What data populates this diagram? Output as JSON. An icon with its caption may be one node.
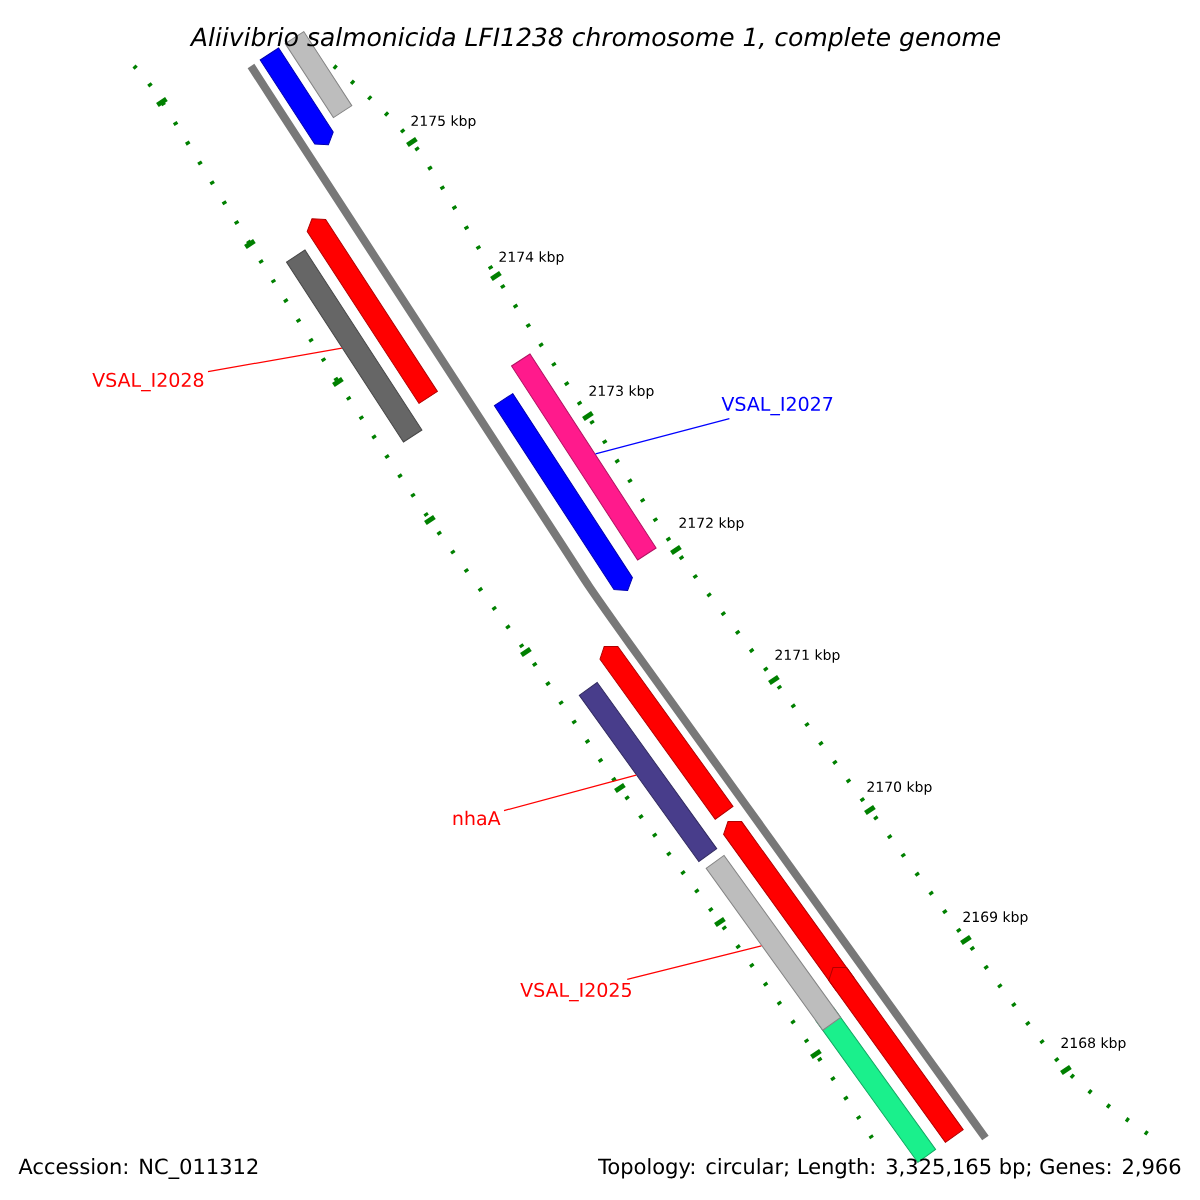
{
  "diagram": {
    "title": "Aliivibrio salmonicida LFI1238 chromosome 1, complete genome",
    "nodes": [
      {
        "text": [
          "VSAL_I2028"
        ]
      },
      {
        "text": [
          "VSAL_I2027"
        ]
      },
      {
        "text": [
          "nhaA"
        ]
      },
      {
        "text": [
          "VSAL_I2025"
        ]
      },
      {
        "text": [],
        "shape": "bar"
      },
      {
        "text": [],
        "shape": "bar"
      },
      {
        "text": [],
        "shape": "bar"
      },
      {
        "text": [],
        "shape": "bar"
      }
    ],
    "edges": [
      {
        "from": 0,
        "to": 4,
        "arrow": "none"
      },
      {
        "from": 1,
        "to": 5,
        "arrow": "none",
        "color": "#0000ff"
      },
      {
        "from": 2,
        "to": 6,
        "arrow": "none"
      },
      {
        "from": 3,
        "to": 7,
        "arrow": "none"
      }
    ],
    "labels": [
      "2175 kbp",
      "2174 kbp",
      "2173 kbp",
      "2172 kbp",
      "2171 kbp",
      "2170 kbp",
      "2169 kbp",
      "2168 kbp",
      "Accession: NC_011312",
      "Topology: circular; Length: 3,325,165 bp; Genes: 2,966"
    ]
  }
}
